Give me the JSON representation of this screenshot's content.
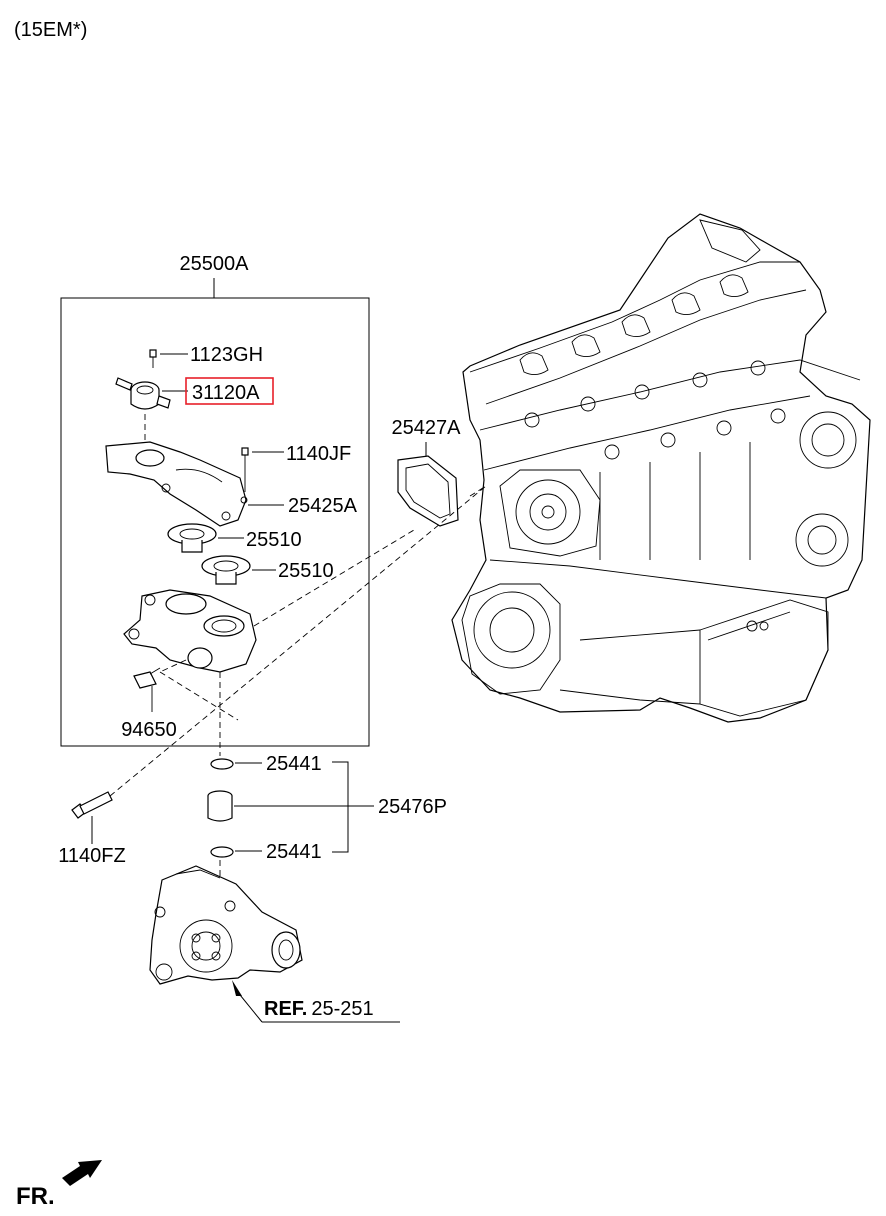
{
  "header": {
    "code": "(15EM*)"
  },
  "colors": {
    "highlight": "#e8202a",
    "line": "#000000",
    "background": "#ffffff"
  },
  "parts": {
    "assembly": "25500A",
    "bolt_top": "1123GH",
    "sensor_highlighted": "31120A",
    "bolt_side": "1140JF",
    "housing_cover": "25425A",
    "thermostat_1": "25510",
    "thermostat_2": "25510",
    "gasket": "25427A",
    "temp_sensor": "94650",
    "o_ring_top": "25441",
    "pipe": "25476P",
    "o_ring_bottom": "25441",
    "bolt_long": "1140FZ"
  },
  "reference": {
    "prefix": "REF.",
    "value": "25-251"
  },
  "orientation": {
    "label": "FR."
  }
}
